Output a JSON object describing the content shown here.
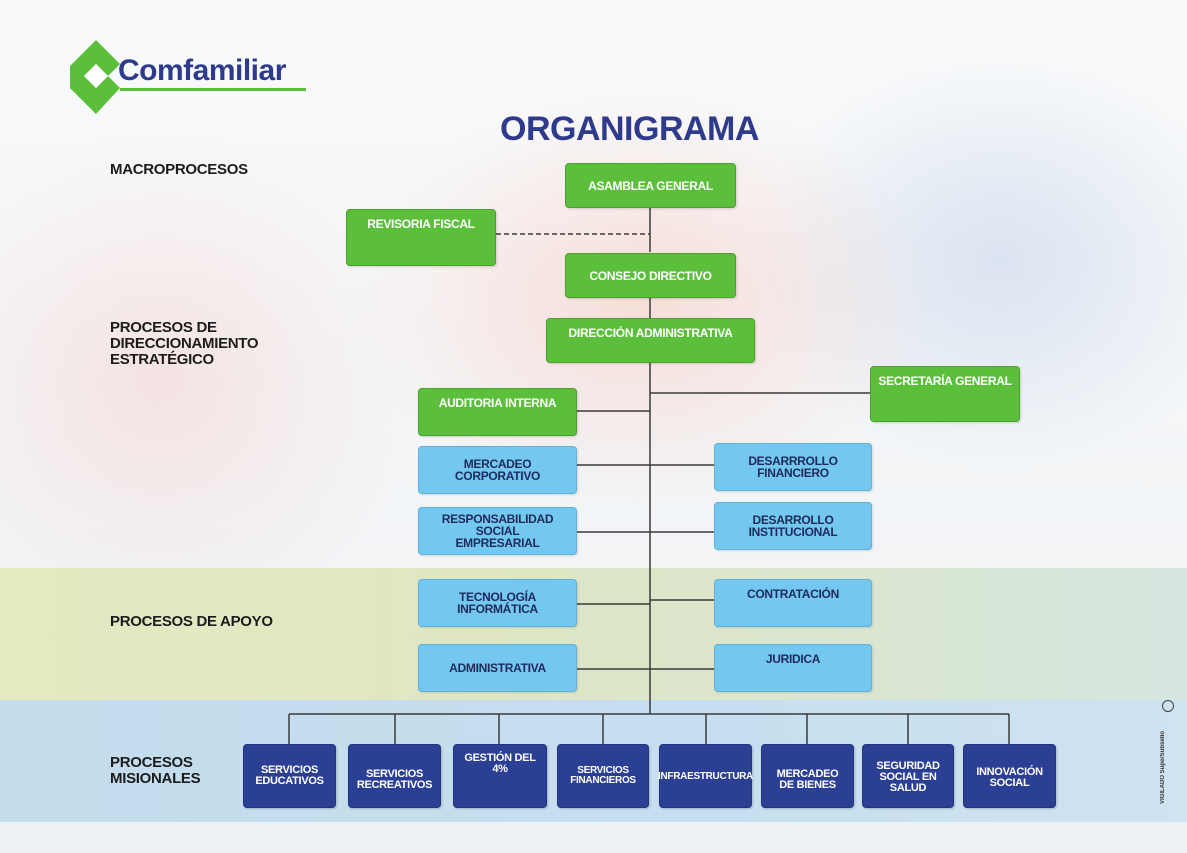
{
  "header": {
    "logo_text": "Comfamiliar",
    "title": "ORGANIGRAMA"
  },
  "levels": {
    "macro": "MACROPROCESOS",
    "direccionamiento": [
      "PROCESOS DE",
      "DIRECCIONAMIENTO",
      "ESTRATÉGICO"
    ],
    "apoyo": "PROCESOS DE APOYO",
    "misionales": [
      "PROCESOS",
      "MISIONALES"
    ]
  },
  "governance": {
    "asamblea": "ASAMBLEA GENERAL",
    "revisoria": "REVISORIA FISCAL",
    "consejo": "CONSEJO DIRECTIVO",
    "direccion": "DIRECCIÓN ADMINISTRATIVA",
    "auditoria": "AUDITORIA INTERNA",
    "secretaria": "SECRETARÍA GENERAL"
  },
  "strategic_units": {
    "mercadeo": "MERCADEO CORPORATIVO",
    "rse": [
      "RESPONSABILIDAD SOCIAL",
      "EMPRESARIAL"
    ],
    "desarrollo_financiero": "DESARRROLLO FINANCIERO",
    "desarrollo_institucional": "DESARROLLO INSTITUCIONAL"
  },
  "support_units": {
    "tecnologia": "TECNOLOGÍA INFORMÁTICA",
    "administrativa": "ADMINISTRATIVA",
    "contratacion": "CONTRATACIÓN",
    "juridica": "JURIDICA"
  },
  "mission_units": [
    [
      "SERVICIOS",
      "EDUCATIVOS"
    ],
    [
      "SERVICIOS",
      "RECREATIVOS"
    ],
    [
      "GESTIÓN DEL 4%"
    ],
    [
      "SERVICIOS",
      "FINANCIEROS"
    ],
    [
      "INFRAESTRUCTURA"
    ],
    [
      "MERCADEO",
      "DE BIENES"
    ],
    [
      "SEGURIDAD",
      "SOCIAL EN",
      "SALUD"
    ],
    [
      "INNOVACIÓN",
      "SOCIAL"
    ]
  ],
  "footer": {
    "vigilado": "VIGILADO SuperSubsidio"
  },
  "colors": {
    "governance_green": "#5cbf3c",
    "unit_blue": "#74c7ee",
    "mission_navy": "#2b3f95",
    "title_navy": "#2e3a8c"
  }
}
